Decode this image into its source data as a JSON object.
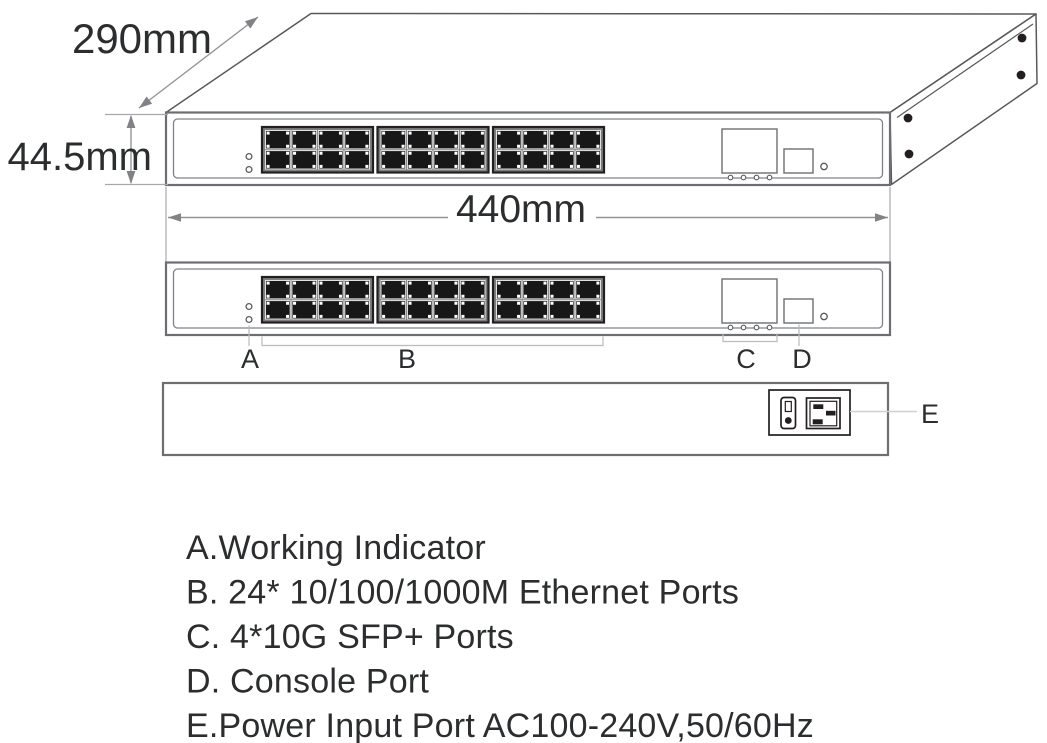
{
  "dimensions": {
    "depth_label": "290mm",
    "height_label": "44.5mm",
    "width_label": "440mm"
  },
  "callouts": {
    "a": "A",
    "b": "B",
    "c": "C",
    "d": "D",
    "e": "E"
  },
  "legend": {
    "items": [
      "A.Working Indicator",
      "B. 24* 10/100/1000M Ethernet Ports",
      "C. 4*10G SFP+ Ports",
      "D. Console Port",
      "E.Power Input Port AC100-240V,50/60Hz"
    ]
  },
  "device": {
    "ethernet_port_groups": 3,
    "ethernet_port_columns": 4,
    "ethernet_port_rows": 2,
    "ethernet_ports_total": 24,
    "sfp_status_leds": 4,
    "working_indicator_leds": 2,
    "side_screw_holes": 4
  },
  "colors": {
    "outline_gray": "#6d6e71",
    "dark_line": "#231f20",
    "dimension_gray": "#939598",
    "arrow_gray": "#808285",
    "port_fill": "#171717",
    "text": "#2b2d2e"
  }
}
